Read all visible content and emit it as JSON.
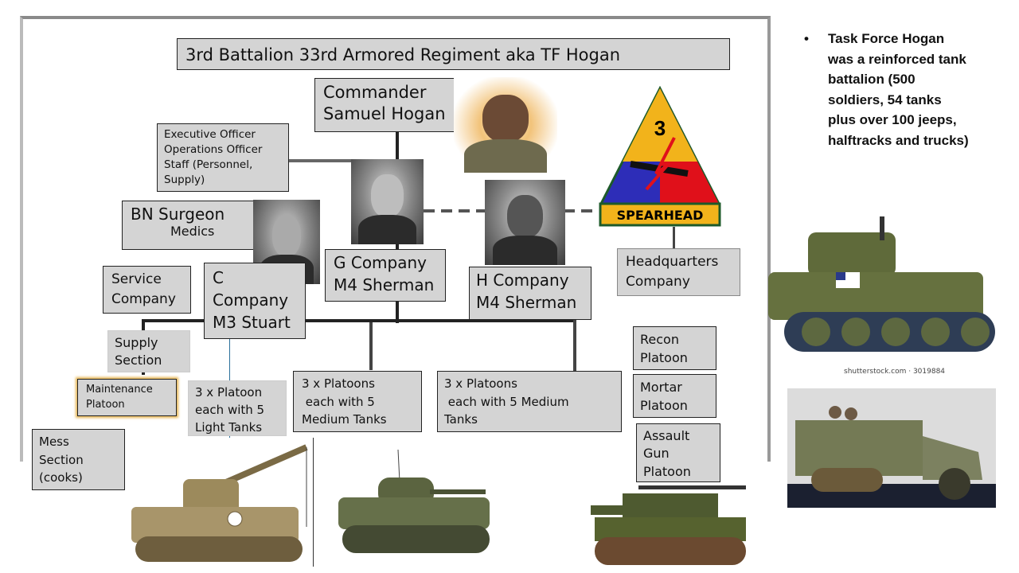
{
  "title": "3rd Battalion 33rd Armored Regiment aka TF Hogan",
  "commander": {
    "line1": "Commander",
    "line2": "Samuel Hogan"
  },
  "exec": {
    "lines": [
      "Executive Officer",
      "Operations Officer",
      "Staff (Personnel,",
      "Supply)"
    ]
  },
  "surgeon": {
    "line1": "BN Surgeon",
    "line2": "Medics"
  },
  "service": {
    "lines": [
      "Service",
      "Company"
    ]
  },
  "c_company": {
    "lines": [
      "C",
      "Company",
      "M3 Stuart"
    ]
  },
  "g_company": {
    "lines": [
      "G Company",
      "M4 Sherman"
    ]
  },
  "h_company": {
    "lines": [
      "H Company",
      "M4 Sherman"
    ]
  },
  "hq": {
    "lines": [
      "Headquarters",
      "Company"
    ]
  },
  "supply": {
    "lines": [
      "Supply",
      "Section"
    ]
  },
  "maintenance": {
    "lines": [
      "Maintenance",
      "Platoon"
    ]
  },
  "c_platoons": {
    "lines": [
      "3 x Platoon",
      "each with 5",
      "Light Tanks"
    ]
  },
  "g_platoons": {
    "lines": [
      "3 x Platoons",
      " each with 5",
      "Medium Tanks"
    ]
  },
  "h_platoons": {
    "lines": [
      "3 x Platoons",
      " each with 5 Medium",
      "Tanks"
    ]
  },
  "recon": {
    "lines": [
      "Recon",
      "Platoon"
    ]
  },
  "mortar": {
    "lines": [
      "Mortar",
      "Platoon"
    ]
  },
  "assault": {
    "lines": [
      "Assault",
      "Gun",
      "Platoon"
    ]
  },
  "mess": {
    "lines": [
      "Mess",
      "Section",
      "(cooks)"
    ]
  },
  "patch": {
    "number": "3",
    "banner": "SPEARHEAD",
    "colors": {
      "yellow": "#f2b31b",
      "blue": "#2d2db8",
      "red": "#e0101a",
      "green": "#1d5a2a"
    }
  },
  "bullet": {
    "marker": "•",
    "text": "Task Force Hogan was a reinforced tank battalion (500 soldiers, 54 tanks plus over 100 jeeps, halftracks and trucks)"
  },
  "image_caption": "shutterstock.com · 3019884"
}
